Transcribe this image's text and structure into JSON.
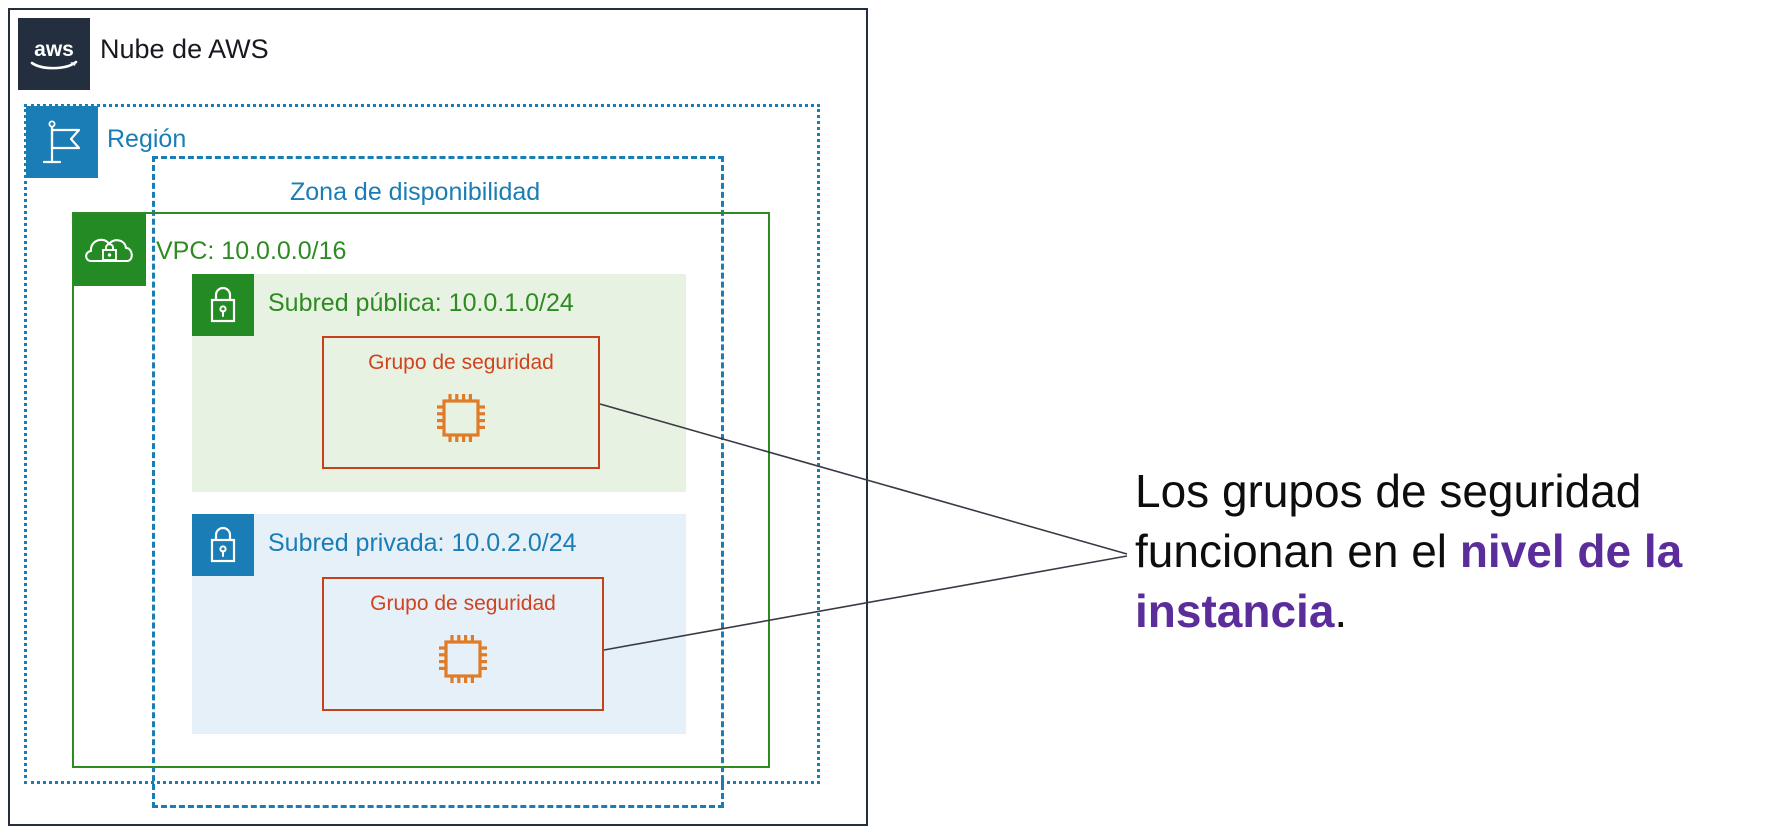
{
  "diagram": {
    "cloud": {
      "label": "Nube de AWS",
      "logo_icon": "aws-logo-icon",
      "border_color": "#232F3E",
      "badge_color": "#232F3E"
    },
    "region": {
      "label": "Región",
      "icon": "flag-icon",
      "border_color": "#1A7DB5",
      "border_style": "dotted",
      "badge_color": "#1A7DB5"
    },
    "availability_zone": {
      "label": "Zona de disponibilidad",
      "border_color": "#1A7DB5",
      "border_style": "dashed"
    },
    "vpc": {
      "label": "VPC: 10.0.0.0/16",
      "icon": "vpc-cloud-lock-icon",
      "border_color": "#2E8B22",
      "border_style": "solid",
      "badge_color": "#248A24"
    },
    "subnets": [
      {
        "id": "public",
        "label": "Subred pública: 10.0.1.0/24",
        "icon": "subnet-lock-icon",
        "text_color": "#2E8B22",
        "badge_color": "#248A24",
        "fill_color": "#E8F2E3",
        "security_group": {
          "label": "Grupo de seguridad",
          "icon": "ec2-instance-chip-icon",
          "border_color": "#C7401C",
          "text_color": "#D0431F"
        }
      },
      {
        "id": "private",
        "label": "Subred privada: 10.0.2.0/24",
        "icon": "subnet-lock-icon",
        "text_color": "#1A7DB5",
        "badge_color": "#1A7DB5",
        "fill_color": "#E5F0F8",
        "security_group": {
          "label": "Grupo de seguridad",
          "icon": "ec2-instance-chip-icon",
          "border_color": "#C7401C",
          "text_color": "#D0431F"
        }
      }
    ],
    "callout": {
      "text_before": "Los grupos de seguridad funcionan en el ",
      "emphasis": "nivel de la instancia",
      "text_after": ".",
      "emphasis_color": "#5B2D9B",
      "text_color": "#0D0D0D"
    },
    "connector": {
      "color": "#3A3A46",
      "description": "leader-lines"
    }
  }
}
